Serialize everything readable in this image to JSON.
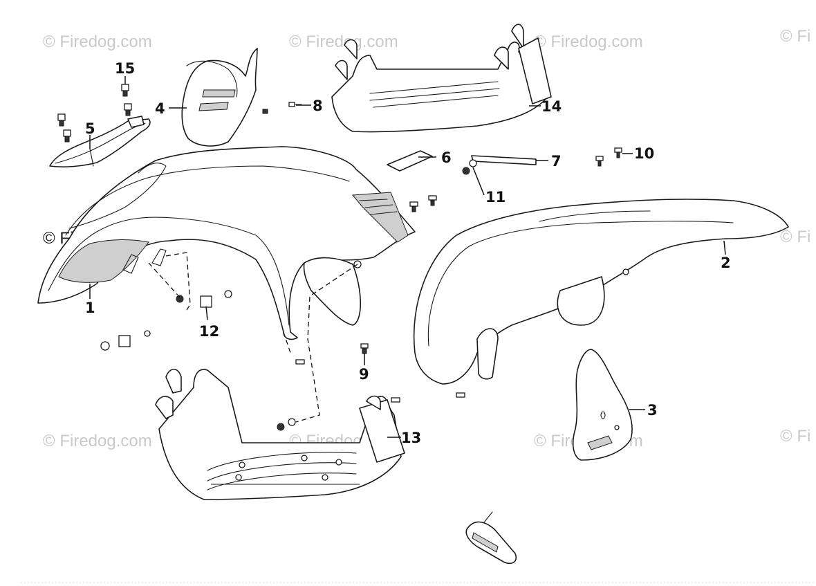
{
  "watermark": "© Firedog.com",
  "watermark_partial": "© Fi",
  "callouts": {
    "c1": "1",
    "c2": "2",
    "c3": "3",
    "c4": "4",
    "c5": "5",
    "c6": "6",
    "c7": "7",
    "c8": "8",
    "c9": "9",
    "c10": "10",
    "c11": "11",
    "c12": "12",
    "c13": "13",
    "c14": "14",
    "c15": "15"
  },
  "colors": {
    "line": "#1a1a1a",
    "watermark": "#c9c9c9",
    "background": "#ffffff"
  }
}
